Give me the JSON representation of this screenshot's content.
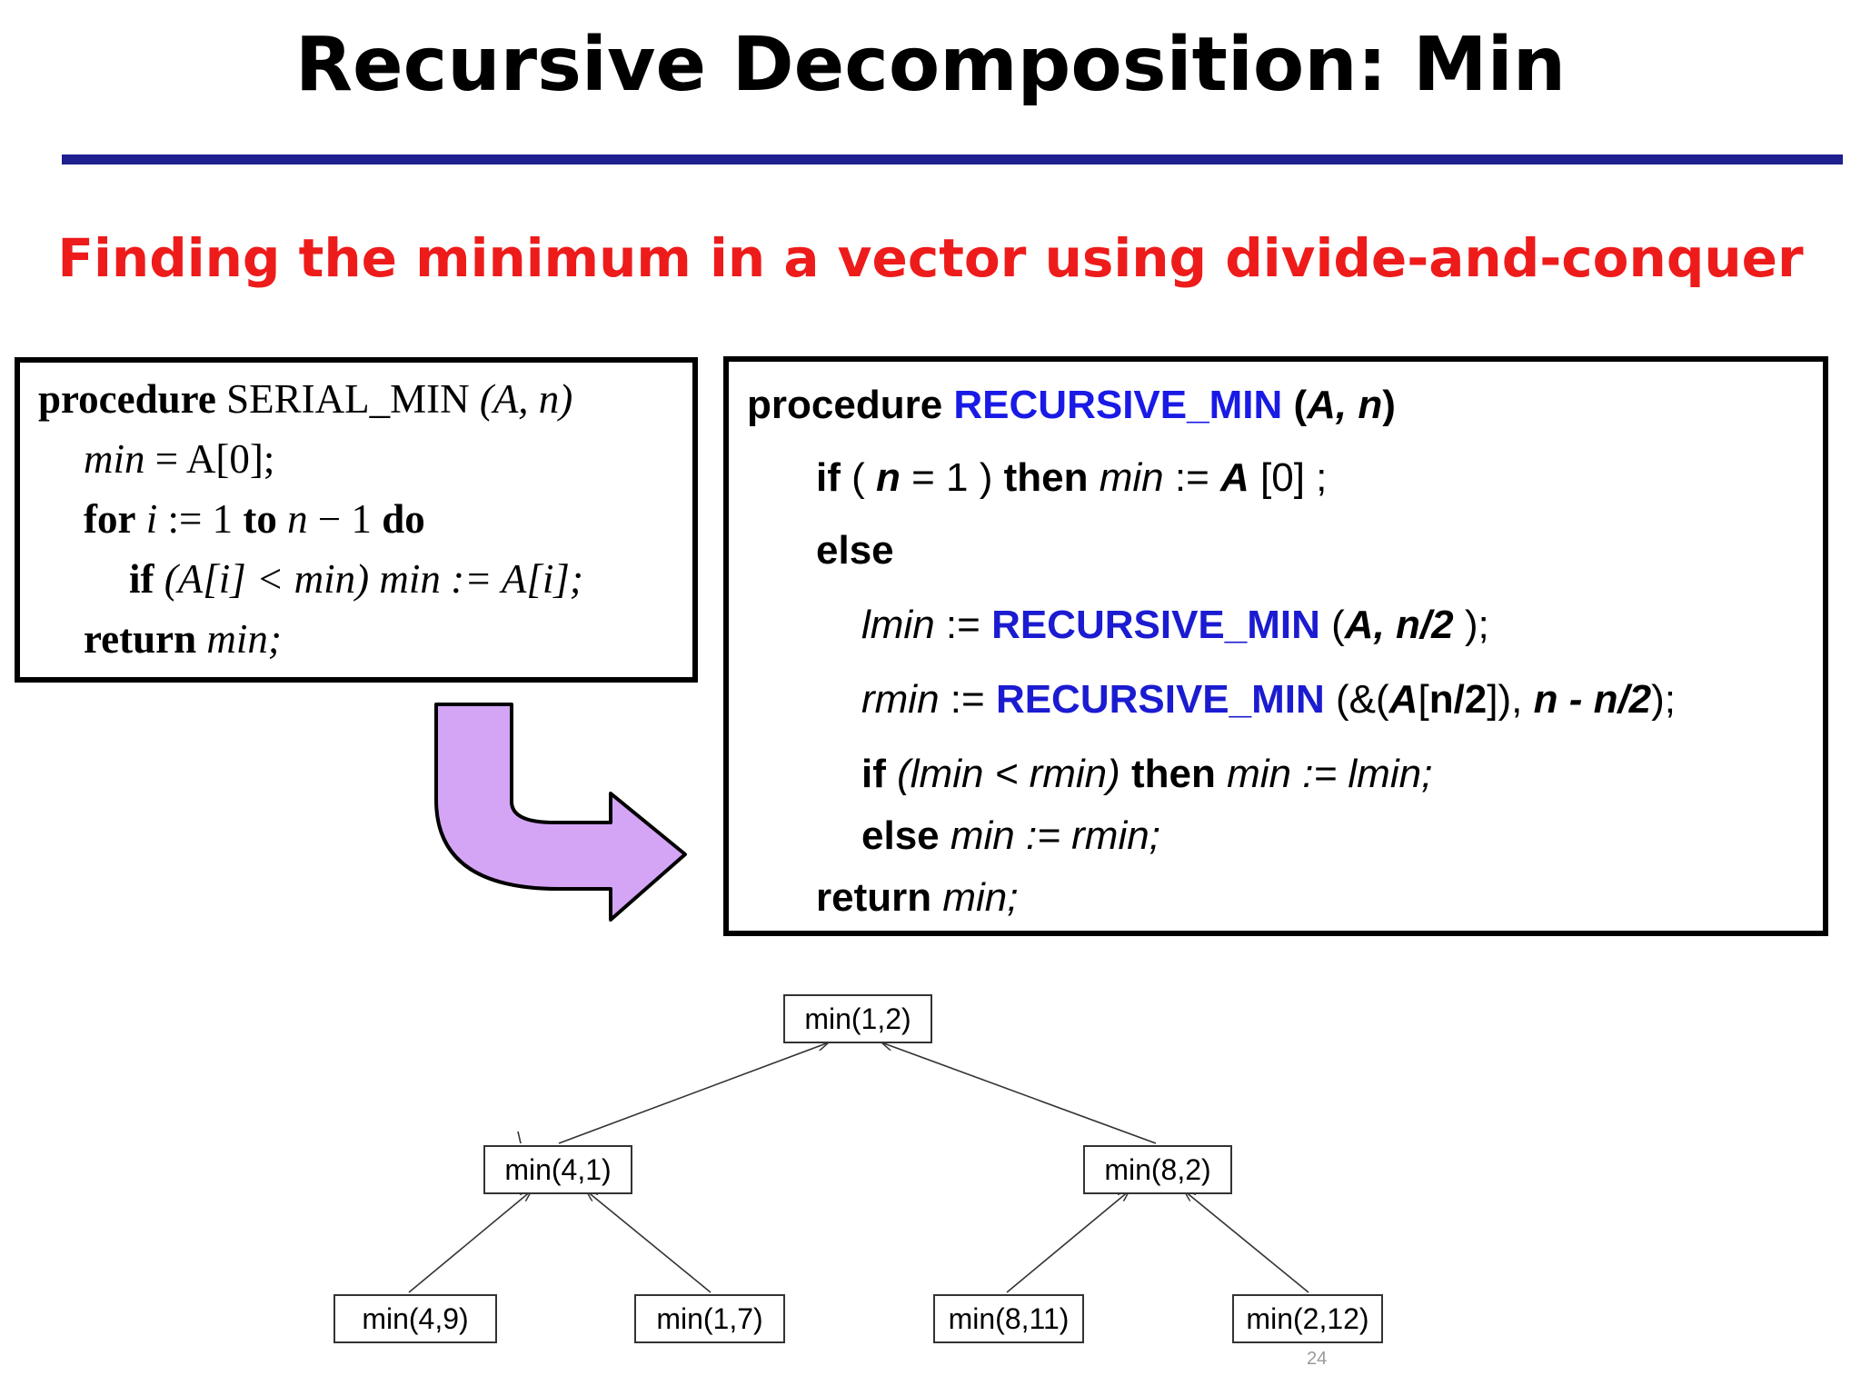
{
  "title": "Recursive Decomposition: Min",
  "subtitle": "Finding the minimum in a vector using divide-and-conquer",
  "colors": {
    "rule": "#1f1f8f",
    "subtitle": "#ee1b1b",
    "keyword_blue": "#1a1ae6",
    "arrow_fill": "#d4a5f5"
  },
  "serial": {
    "kw_procedure": "procedure",
    "name": "SERIAL_MIN",
    "params": "(A, n)",
    "l2_var": "min",
    "l2_rest": " = A[0];",
    "kw_for": "for",
    "l3_i": "i",
    "l3_assign": " := 1 ",
    "kw_to": "to",
    "l3_n": "n",
    "l3_minus": " − 1 ",
    "kw_do": "do",
    "kw_if": "if",
    "l4_cond": "(A[i] < min)",
    "l4_stmt": "min := A[i];",
    "kw_return": "return",
    "l5_var": "min;"
  },
  "recursive": {
    "kw_procedure": "procedure",
    "name": "RECURSIVE_MIN",
    "p_open": " (",
    "p_args": "A, n",
    "p_close": ")",
    "kw_if": "if",
    "l2_a": " ( ",
    "l2_n": "n",
    "l2_b": " = 1 ) ",
    "kw_then": "then",
    "l2_min": "min",
    "l2_assign": " := ",
    "l2_A": "A",
    "l2_end": " [0]  ;",
    "kw_else": "else",
    "l4_var": "lmin",
    "l4_assign": " := ",
    "l4_call": "RECURSIVE_MIN",
    "l4_open": " (",
    "l4_args": "A, n/2",
    "l4_close": " );",
    "l5_var": "rmin",
    "l5_assign": " := ",
    "l5_call": "RECURSIVE_MIN",
    "l5_open": " (&(",
    "l5_A": "A",
    "l5_br1": "[",
    "l5_idx": "n/2",
    "l5_br2": "]), ",
    "l5_size": "n - n/2",
    "l5_close": ");",
    "kw_if2": "if",
    "l6_cond": " (lmin  < rmin) ",
    "kw_then2": "then",
    "l6_stmt": " min := lmin;",
    "kw_else2": "else",
    "l7_stmt": " min := rmin;",
    "kw_return": "return",
    "l8_var": " min;"
  },
  "tree": {
    "root": "min(1,2)",
    "left": "min(4,1)",
    "right": "min(8,2)",
    "ll": "min(4,9)",
    "lr": "min(1,7)",
    "rl": "min(8,11)",
    "rr": "min(2,12)"
  },
  "page_number": "24"
}
